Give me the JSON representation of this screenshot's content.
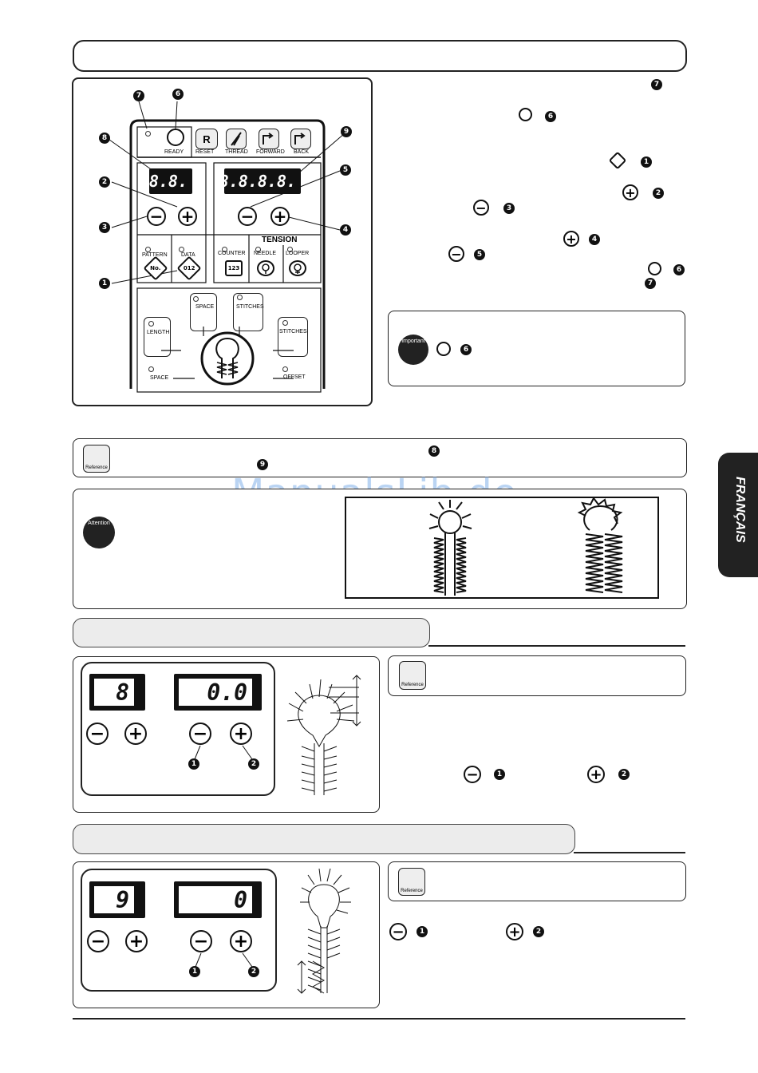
{
  "watermark": "ManualsLib.de",
  "side_tab": "FRANÇAIS",
  "panel": {
    "buttons": {
      "ready": "READY",
      "reset_letter": "R",
      "reset": "RESET",
      "thread": "THREAD",
      "forward": "FORWARD",
      "back": "BACK",
      "tension": "TENSION",
      "pattern": "PATTERN",
      "pattern_icon": "No.",
      "data": "DATA",
      "data_icon": "012",
      "counter": "COUNTER",
      "counter_icon": "123",
      "needle": "NEEDLE",
      "looper": "LOOPER",
      "space": "SPACE",
      "stitches": "STITCHES",
      "length": "LENGTH",
      "stitches2": "STITCHES",
      "space2": "SPACE",
      "offset": "OFFSET"
    },
    "display_small": "8.8.",
    "display_large": "8.8.8.8.",
    "callouts": [
      "7",
      "6",
      "8",
      "9",
      "2",
      "5",
      "3",
      "4",
      "1"
    ]
  },
  "right_text_markers": {
    "m7a": "7",
    "m6a": "6",
    "m1": "1",
    "m2": "2",
    "m3": "3",
    "m4": "4",
    "m5": "5",
    "m6b": "6",
    "m7b": "7"
  },
  "important": {
    "label": "Important",
    "marker": "6"
  },
  "reference1": {
    "label": "Reference",
    "m8": "8",
    "m9": "9"
  },
  "attention": {
    "label": "Attention"
  },
  "section2": {
    "lcd_left": "8",
    "lcd_right": "0.0",
    "callout_minus": "1",
    "callout_plus": "2",
    "reference_label": "Reference",
    "text_m1": "1",
    "text_m2": "2"
  },
  "section3": {
    "lcd_left": "9",
    "lcd_right": "0",
    "callout_minus": "1",
    "callout_plus": "2",
    "reference_label": "Reference",
    "text_m1": "1",
    "text_m2": "2"
  }
}
